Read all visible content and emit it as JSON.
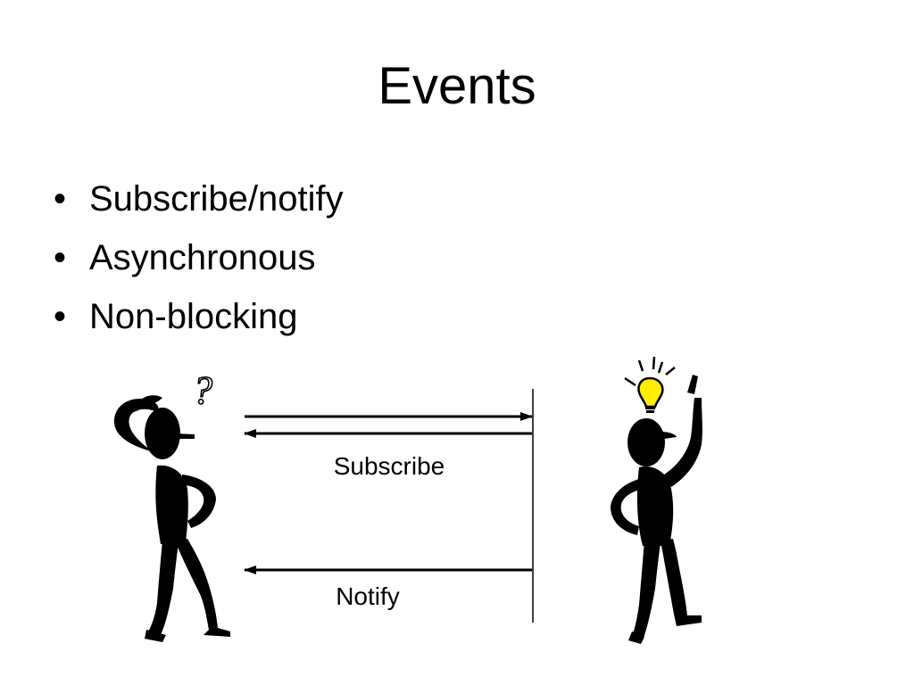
{
  "slide": {
    "title": "Events",
    "bullets": [
      {
        "marker": "•",
        "text": "Subscribe/notify"
      },
      {
        "marker": "•",
        "text": "Asynchronous"
      },
      {
        "marker": "•",
        "text": "Non-blocking"
      }
    ]
  },
  "diagram": {
    "subscribe_label": "Subscribe",
    "notify_label": "Notify",
    "question_mark": "?",
    "left_figure_icon": "confused-person-icon",
    "right_figure_icon": "idea-person-icon",
    "bulb_color": "#ffee00"
  }
}
